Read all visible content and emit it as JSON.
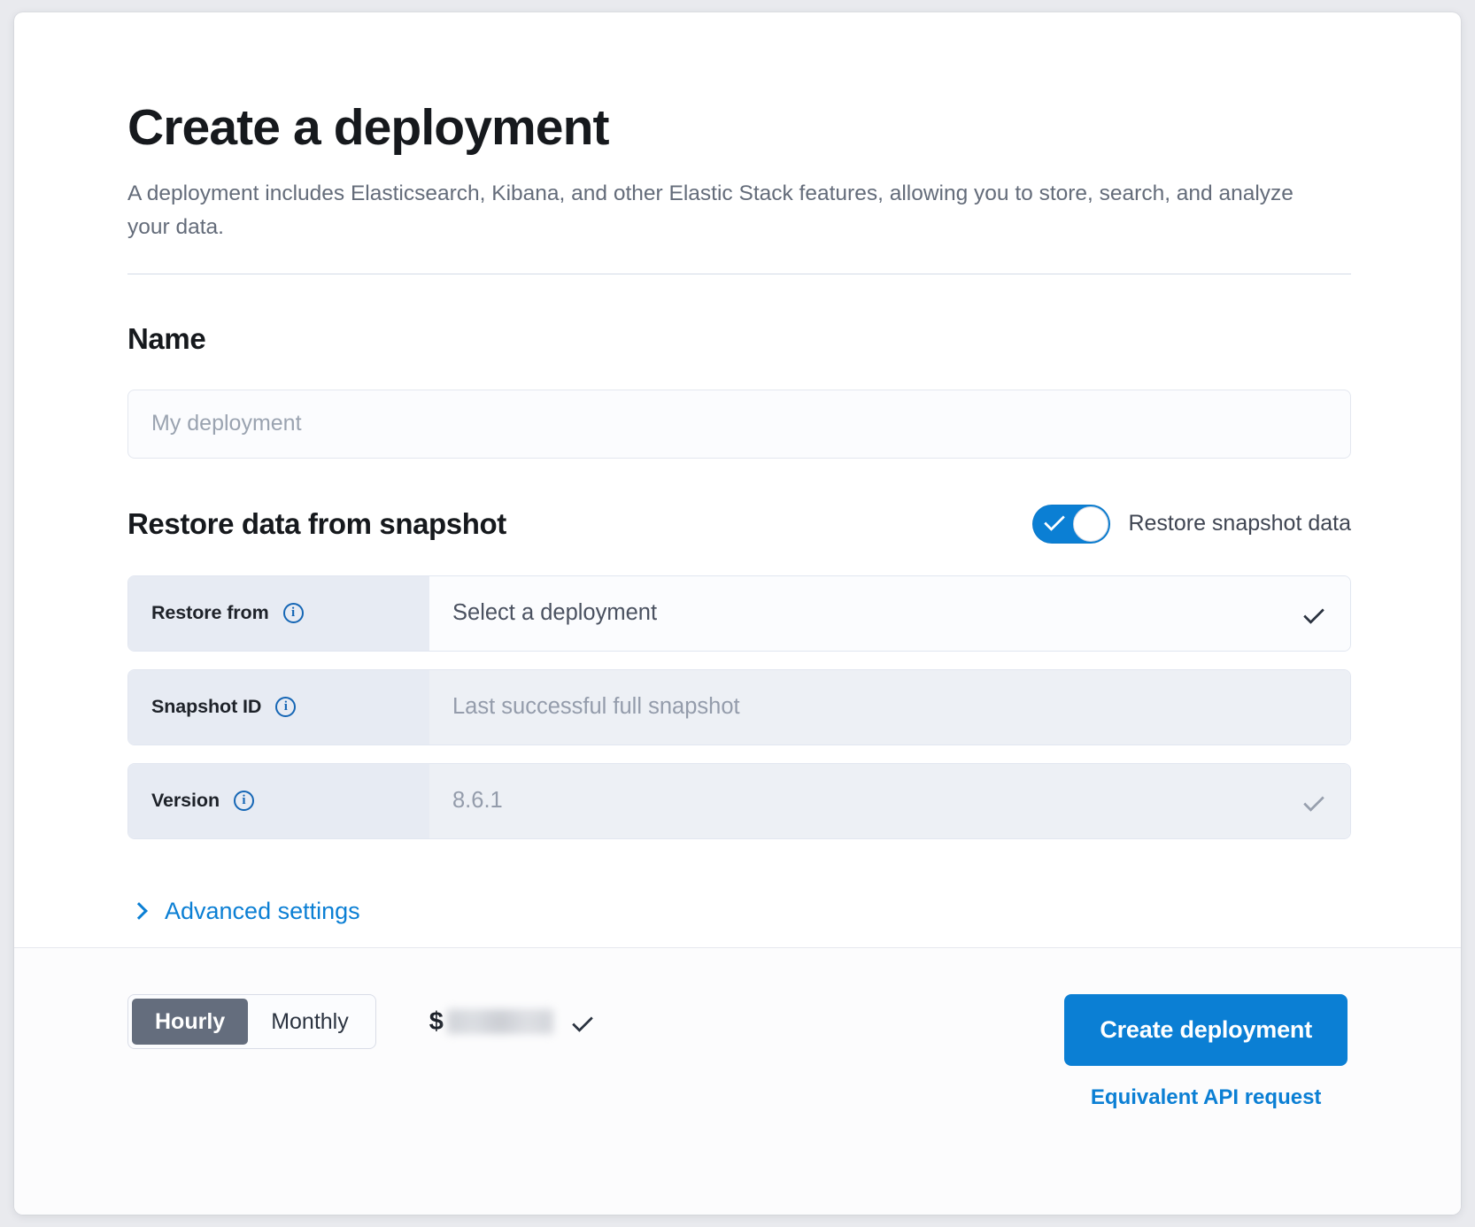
{
  "page": {
    "title": "Create a deployment",
    "subtitle": "A deployment includes Elasticsearch, Kibana, and other Elastic Stack features, allowing you to store, search, and analyze your data."
  },
  "name_section": {
    "heading": "Name",
    "input_placeholder": "My deployment",
    "input_value": ""
  },
  "restore_section": {
    "heading": "Restore data from snapshot",
    "toggle_label": "Restore snapshot data",
    "toggle_on": true,
    "toggle_color": "#0b7fd4",
    "rows": [
      {
        "label": "Restore from",
        "info_icon": "info-icon",
        "value": "Select a deployment",
        "control": "select",
        "state": "enabled"
      },
      {
        "label": "Snapshot ID",
        "info_icon": "info-icon",
        "value": "Last successful full snapshot",
        "control": "text",
        "state": "disabled"
      },
      {
        "label": "Version",
        "info_icon": "info-icon",
        "value": "8.6.1",
        "control": "select",
        "state": "disabled"
      }
    ]
  },
  "advanced": {
    "label": "Advanced settings",
    "icon": "chevron-right-icon",
    "expanded": false
  },
  "footer": {
    "billing_options": [
      "Hourly",
      "Monthly"
    ],
    "billing_selected": "Hourly",
    "currency_symbol": "$",
    "price_value": "",
    "price_obscured": true,
    "price_chevron": "chevron-down-icon",
    "create_button": "Create deployment",
    "api_link": "Equivalent API request"
  },
  "colors": {
    "accent": "#0b7fd4",
    "segment_selected_bg": "#646d7d",
    "prefix_bg": "#e7ebf3",
    "disabled_field_bg": "#edf0f5"
  }
}
